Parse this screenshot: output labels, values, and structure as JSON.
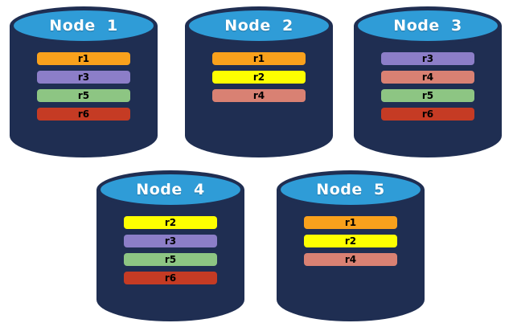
{
  "diagram": {
    "background": "#FFFFFF",
    "cylinder_body_color": "#1F2E52",
    "cylinder_top_color": "#2F9CD7",
    "title_text_color": "#FFFFFF",
    "bar_text_color": "#000000",
    "replica_palette": {
      "r1": "#F9A11C",
      "r2": "#FDFF00",
      "r3": "#8C7EC8",
      "r4": "#D98173",
      "r5": "#8DC583",
      "r6": "#C53B24"
    },
    "nodes": [
      {
        "title": "Node  1",
        "replicas": [
          {
            "label": "r1",
            "color": "#F9A11C"
          },
          {
            "label": "r3",
            "color": "#8C7EC8"
          },
          {
            "label": "r5",
            "color": "#8DC583"
          },
          {
            "label": "r6",
            "color": "#C53B24"
          }
        ]
      },
      {
        "title": "Node  2",
        "replicas": [
          {
            "label": "r1",
            "color": "#F9A11C"
          },
          {
            "label": "r2",
            "color": "#FDFF00"
          },
          {
            "label": "r4",
            "color": "#D98173"
          }
        ]
      },
      {
        "title": "Node  3",
        "replicas": [
          {
            "label": "r3",
            "color": "#8C7EC8"
          },
          {
            "label": "r4",
            "color": "#D98173"
          },
          {
            "label": "r5",
            "color": "#8DC583"
          },
          {
            "label": "r6",
            "color": "#C53B24"
          }
        ]
      },
      {
        "title": "Node  4",
        "replicas": [
          {
            "label": "r2",
            "color": "#FDFF00"
          },
          {
            "label": "r3",
            "color": "#8C7EC8"
          },
          {
            "label": "r5",
            "color": "#8DC583"
          },
          {
            "label": "r6",
            "color": "#C53B24"
          }
        ]
      },
      {
        "title": "Node  5",
        "replicas": [
          {
            "label": "r1",
            "color": "#F9A11C"
          },
          {
            "label": "r2",
            "color": "#FDFF00"
          },
          {
            "label": "r4",
            "color": "#D98173"
          }
        ]
      }
    ]
  }
}
